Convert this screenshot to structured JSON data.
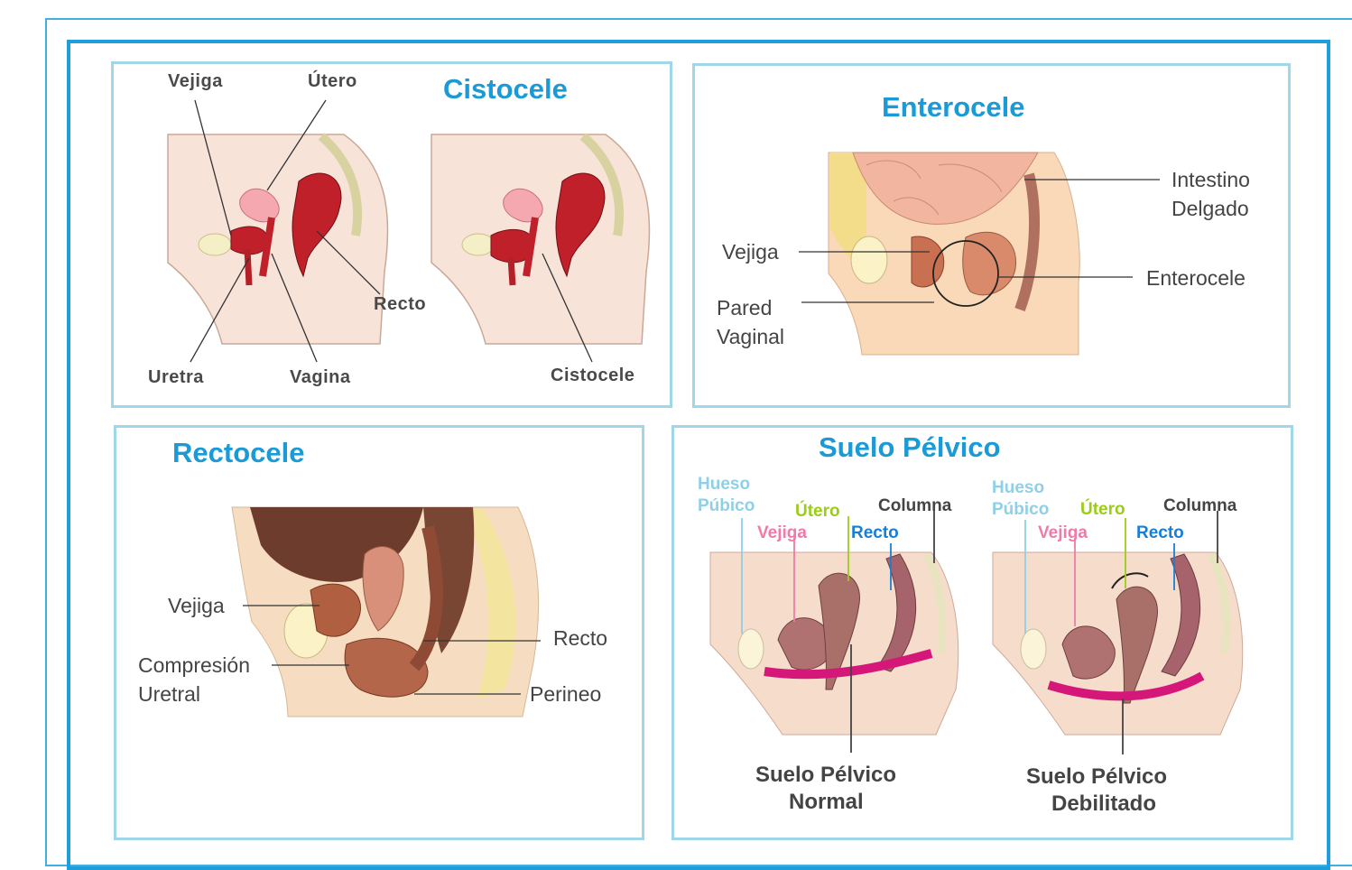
{
  "cistocele": {
    "title": "Cistocele",
    "labels": {
      "vejiga": "Vejiga",
      "utero": "Útero",
      "recto": "Recto",
      "uretra": "Uretra",
      "vagina": "Vagina",
      "cistocele": "Cistocele"
    }
  },
  "enterocele": {
    "title": "Enterocele",
    "labels": {
      "intestino": "Intestino",
      "delgado": "Delgado",
      "vejiga": "Vejiga",
      "enterocele": "Enterocele",
      "pared": "Pared",
      "vaginal": "Vaginal"
    }
  },
  "rectocele": {
    "title": "Rectocele",
    "labels": {
      "vejiga": "Vejiga",
      "recto": "Recto",
      "compresion": "Compresión",
      "uretral": "Uretral",
      "perineo": "Perineo"
    }
  },
  "suelo": {
    "title": "Suelo Pélvico",
    "left": {
      "hueso": "Hueso",
      "pubico": "Púbico",
      "utero": "Útero",
      "columna": "Columna",
      "vejiga": "Vejiga",
      "recto": "Recto",
      "caption_line1": "Suelo Pélvico",
      "caption_line2": "Normal"
    },
    "right": {
      "hueso": "Hueso",
      "pubico": "Púbico",
      "utero": "Útero",
      "columna": "Columna",
      "vejiga": "Vejiga",
      "recto": "Recto",
      "caption_line1": "Suelo Pélvico",
      "caption_line2": "Debilitado"
    }
  },
  "colors": {
    "title_blue": "#1a9ad6",
    "hueso": "#8fd0e6",
    "utero": "#9ccc1a",
    "vejiga": "#f07aa8",
    "recto": "#1a7ed6",
    "columna": "#444444",
    "floor_magenta": "#d6177a"
  }
}
